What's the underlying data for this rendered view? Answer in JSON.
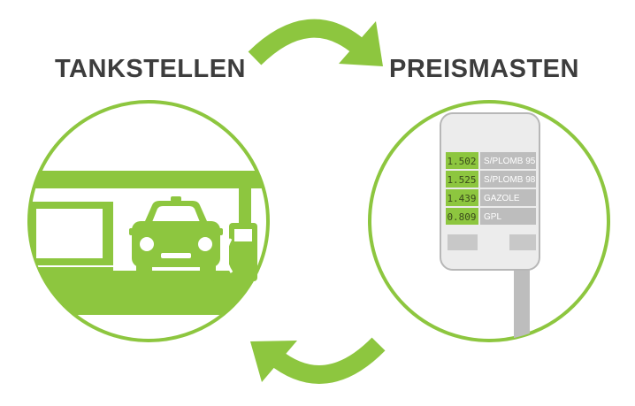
{
  "labels": {
    "left": "TANKSTELLEN",
    "right": "PREISMASTEN"
  },
  "price_board": {
    "rows": [
      {
        "price": "1.502",
        "fuel": "S/PLOMB 95"
      },
      {
        "price": "1.525",
        "fuel": "S/PLOMB 98"
      },
      {
        "price": "1.439",
        "fuel": "GAZOLE"
      },
      {
        "price": "0.809",
        "fuel": "GPL"
      }
    ]
  },
  "colors": {
    "accent_green": "#8dc63f",
    "text_dark": "#3d3d3d",
    "board_fill": "#ececec",
    "board_stroke": "#b7b7b7",
    "label_gray": "#bdbdbd"
  },
  "icons": {
    "top_arrow": "curved-arrow-right-icon",
    "bottom_arrow": "curved-arrow-left-icon",
    "station": "gas-station-icon",
    "car": "car-icon",
    "pump": "fuel-pump-icon",
    "sign": "price-sign-icon"
  }
}
